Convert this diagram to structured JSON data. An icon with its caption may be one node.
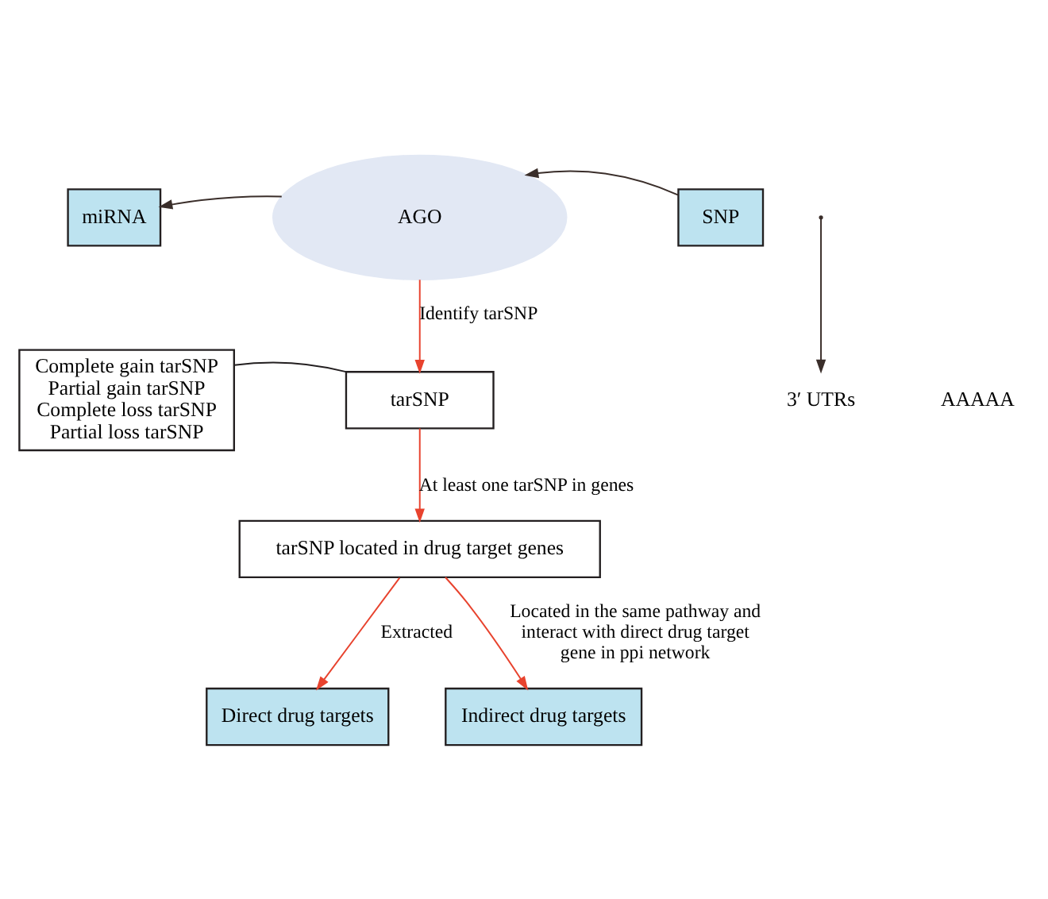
{
  "diagram": {
    "nodes": [
      {
        "text": [
          "miRNA"
        ]
      },
      {
        "text": [
          "AGO"
        ]
      },
      {
        "text": [
          "SNP"
        ]
      },
      {
        "text": [
          "3′ UTRs"
        ]
      },
      {
        "text": [
          "Complete gain tarSNP",
          "Partial gain tarSNP",
          "Complete loss tarSNP",
          "Partial loss tarSNP"
        ]
      },
      {
        "text": [
          "tarSNP"
        ]
      },
      {
        "text": [
          "tarSNP located in drug target genes"
        ]
      },
      {
        "text": [
          "Direct drug targets"
        ]
      },
      {
        "text": [
          "Indirect drug targets"
        ]
      }
    ],
    "edges": [
      {
        "from": 1,
        "to": 0,
        "arrow": "to",
        "color": "#3a2e2a"
      },
      {
        "from": 2,
        "to": 1,
        "arrow": "to",
        "color": "#3a2e2a"
      },
      {
        "from": null,
        "to": 3,
        "arrow": "to",
        "color": "#3a2e2a"
      },
      {
        "from": 1,
        "to": 5,
        "arrow": "to",
        "label": "Identify tarSNP",
        "color": "#e8432e"
      },
      {
        "from": 4,
        "to": 5,
        "arrow": "none",
        "color": "#231f20"
      },
      {
        "from": 5,
        "to": 6,
        "arrow": "to",
        "label": "At least one tarSNP in genes",
        "color": "#e8432e"
      },
      {
        "from": 6,
        "to": 7,
        "arrow": "to",
        "label": "Extracted",
        "color": "#e8432e"
      },
      {
        "from": 6,
        "to": 8,
        "arrow": "to",
        "label": "Located in the same pathway and interact with direct drug target gene in ppi network",
        "color": "#e8432e"
      }
    ],
    "labels": [
      "AAAAA"
    ]
  }
}
